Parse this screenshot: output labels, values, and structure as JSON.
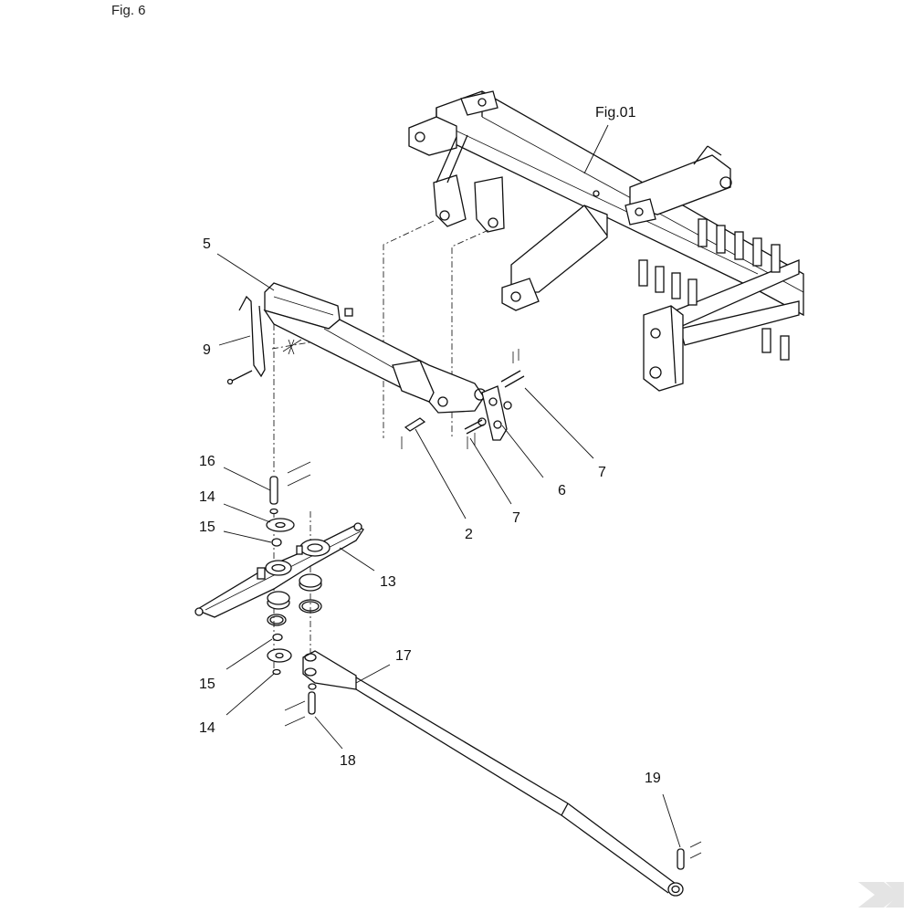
{
  "figure_label": "Fig. 6",
  "reference_label": "Fig.01",
  "callouts": [
    {
      "id": "5",
      "text": "5"
    },
    {
      "id": "9",
      "text": "9"
    },
    {
      "id": "7a",
      "text": "7"
    },
    {
      "id": "6",
      "text": "6"
    },
    {
      "id": "7b",
      "text": "7"
    },
    {
      "id": "2",
      "text": "2"
    },
    {
      "id": "16",
      "text": "16"
    },
    {
      "id": "14a",
      "text": "14"
    },
    {
      "id": "15a",
      "text": "15"
    },
    {
      "id": "13",
      "text": "13"
    },
    {
      "id": "15b",
      "text": "15"
    },
    {
      "id": "14b",
      "text": "14"
    },
    {
      "id": "17",
      "text": "17"
    },
    {
      "id": "18",
      "text": "18"
    },
    {
      "id": "19",
      "text": "19"
    }
  ],
  "icons": {
    "watermark": "brand-logo-icon"
  }
}
